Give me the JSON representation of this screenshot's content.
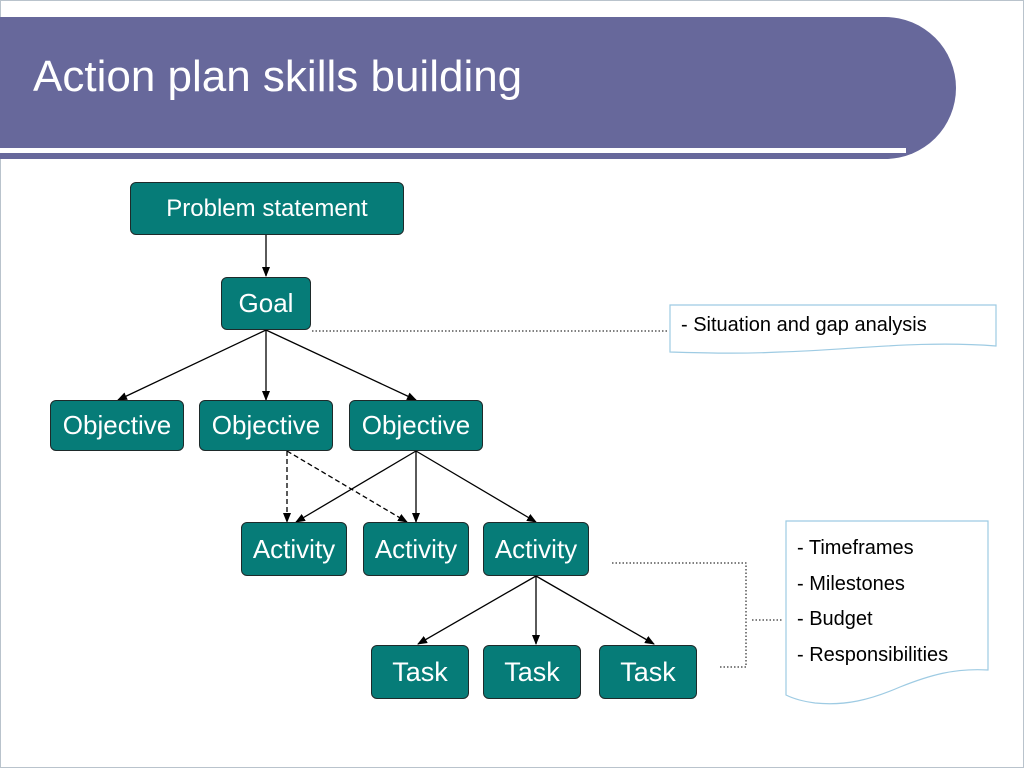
{
  "slide": {
    "title": "Action plan skills building"
  },
  "diagram": {
    "problem": "Problem statement",
    "goal": "Goal",
    "objectives": [
      "Objective",
      "Objective",
      "Objective"
    ],
    "activities": [
      "Activity",
      "Activity",
      "Activity"
    ],
    "tasks": [
      "Task",
      "Task",
      "Task"
    ]
  },
  "notes": {
    "goal_note": "- Situation and gap analysis",
    "activity_notes": [
      "- Timeframes",
      "- Milestones",
      "- Budget",
      "- Responsibilities"
    ]
  },
  "colors": {
    "header": "#67689b",
    "node": "#067c78",
    "note_border": "#9ecbe3"
  }
}
